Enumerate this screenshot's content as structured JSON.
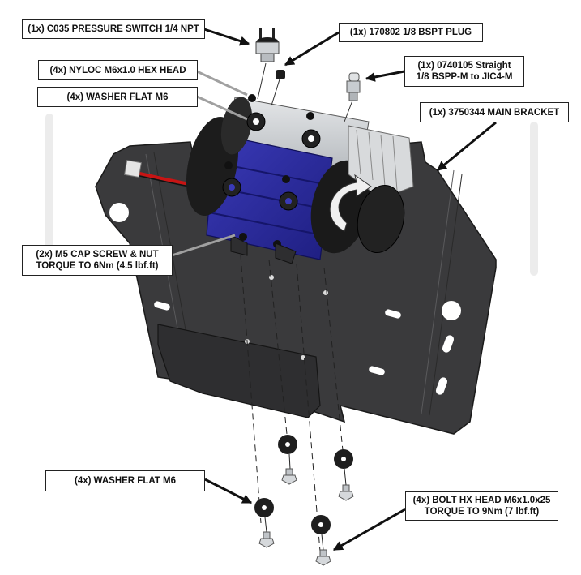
{
  "diagram": {
    "title": "Air compressor mounting bracket exploded assembly",
    "colors": {
      "bracket": "#3a3a3c",
      "motor_blue": "#2a2a9e",
      "motor_silver": "#c8ccd0",
      "endcap_black": "#1c1c1c",
      "wire_red": "#c81414",
      "arrow_black": "#111111",
      "leader_gray": "#a0a0a0",
      "background_band": "#ececec"
    },
    "callouts": [
      {
        "id": "pressure-switch",
        "lines": [
          "(1x) C035 PRESSURE SWITCH 1/4 NPT"
        ],
        "leader": "black-arrow"
      },
      {
        "id": "bspt-plug",
        "lines": [
          "(1x) 170802 1/8 BSPT PLUG"
        ],
        "leader": "black-arrow"
      },
      {
        "id": "nyloc-nut",
        "lines": [
          "(4x) NYLOC M6x1.0 HEX HEAD"
        ],
        "leader": "gray-line"
      },
      {
        "id": "straight-fitting",
        "lines": [
          "(1x) 0740105 Straight",
          "1/8 BSPP-M to JIC4-M"
        ],
        "leader": "black-arrow"
      },
      {
        "id": "washer-top",
        "lines": [
          "(4x) WASHER FLAT M6"
        ],
        "leader": "gray-line"
      },
      {
        "id": "main-bracket",
        "lines": [
          "(1x) 3750344 MAIN BRACKET"
        ],
        "leader": "black-arrow"
      },
      {
        "id": "cap-screw",
        "lines": [
          "(2x) M5 CAP SCREW & NUT",
          "TORQUE TO 6Nm (4.5 lbf.ft)"
        ],
        "leader": "gray-line"
      },
      {
        "id": "washer-bottom",
        "lines": [
          "(4x) WASHER FLAT M6"
        ],
        "leader": "black-arrow"
      },
      {
        "id": "bolt",
        "lines": [
          "(4x) BOLT HX HEAD M6x1.0x25",
          "TORQUE TO 9Nm (7 lbf.ft)"
        ],
        "leader": "black-arrow"
      }
    ]
  }
}
